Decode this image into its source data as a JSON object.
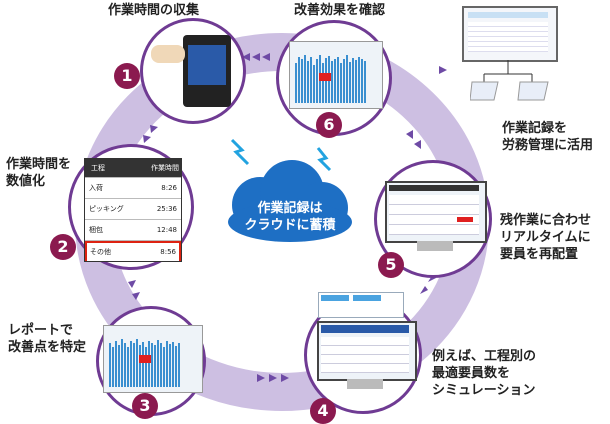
{
  "steps": [
    {
      "num": "1",
      "label": "作業時間の収集"
    },
    {
      "num": "2",
      "label_lines": [
        "作業時間を",
        "数値化"
      ]
    },
    {
      "num": "3",
      "label_lines": [
        "レポートで",
        "改善点を特定"
      ]
    },
    {
      "num": "4",
      "label_lines": [
        "例えば、工程別の",
        "最適要員数を",
        "シミュレーション"
      ]
    },
    {
      "num": "5",
      "label_lines": [
        "残作業に合わせ",
        "リアルタイムに",
        "要員を再配置"
      ]
    },
    {
      "num": "6",
      "label": "改善効果を確認"
    }
  ],
  "side_label_lines": [
    "作業記録を",
    "労務管理に活用"
  ],
  "cloud_lines": [
    "作業記録は",
    "クラウドに蓄積"
  ],
  "time_table": {
    "headers": [
      "工程",
      "作業時間"
    ],
    "rows": [
      [
        "入荷",
        "8:26"
      ],
      [
        "ピッキング",
        "25:36"
      ],
      [
        "梱包",
        "12:48"
      ],
      [
        "その他",
        "8:56"
      ]
    ]
  },
  "colors": {
    "ring": "#c9b9de",
    "node_border": "#6f3b93",
    "badge": "#8b1a4f",
    "cloud": "#1e6fc4",
    "arrow": "#6e4aa5"
  }
}
